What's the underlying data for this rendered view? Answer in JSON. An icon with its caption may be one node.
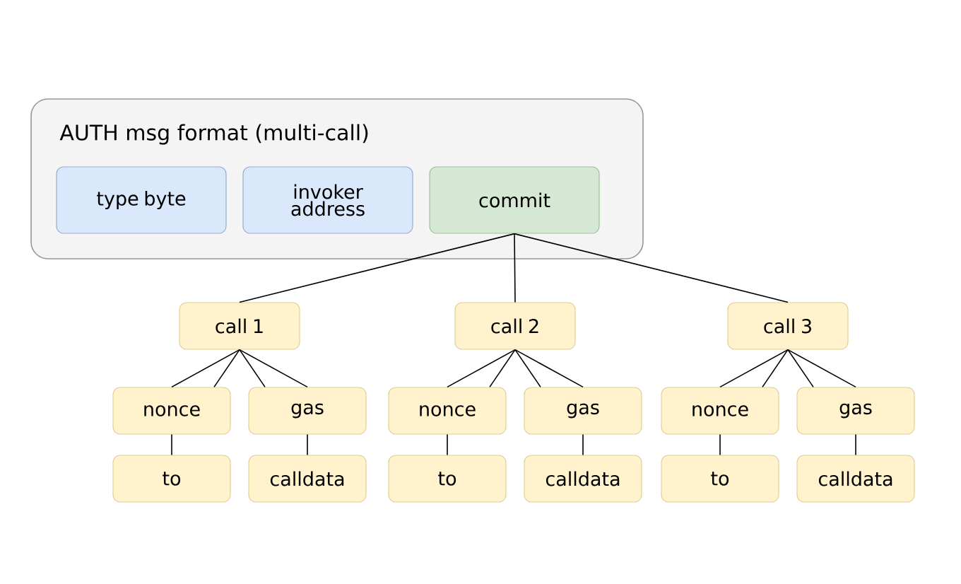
{
  "diagram": {
    "nodes": [
      {
        "text": [
          "AUTH msg format (multi-call)"
        ]
      },
      {
        "text": [
          "type byte"
        ],
        "in": 0
      },
      {
        "text": [
          "invoker address"
        ],
        "in": 0
      },
      {
        "text": [
          "commit"
        ],
        "in": 0
      },
      {
        "text": [
          "call 1"
        ]
      },
      {
        "text": [
          "nonce"
        ]
      },
      {
        "text": [
          "gas"
        ]
      },
      {
        "text": [
          "to"
        ]
      },
      {
        "text": [
          "calldata"
        ]
      },
      {
        "text": [
          "call 2"
        ]
      },
      {
        "text": [
          "nonce"
        ]
      },
      {
        "text": [
          "gas"
        ]
      },
      {
        "text": [
          "to"
        ]
      },
      {
        "text": [
          "calldata"
        ]
      },
      {
        "text": [
          "call 3"
        ]
      },
      {
        "text": [
          "nonce"
        ]
      },
      {
        "text": [
          "gas"
        ]
      },
      {
        "text": [
          "to"
        ]
      },
      {
        "text": [
          "calldata"
        ]
      }
    ],
    "edges": [
      {
        "from": 3,
        "to": 4,
        "arrow": "none"
      },
      {
        "from": 3,
        "to": 9,
        "arrow": "none"
      },
      {
        "from": 3,
        "to": 14,
        "arrow": "none"
      },
      {
        "from": 4,
        "to": 5,
        "arrow": "none"
      },
      {
        "from": 4,
        "to": 5,
        "arrow": "none"
      },
      {
        "from": 4,
        "to": 6,
        "arrow": "none"
      },
      {
        "from": 4,
        "to": 6,
        "arrow": "none"
      },
      {
        "from": 5,
        "to": 7,
        "arrow": "none"
      },
      {
        "from": 6,
        "to": 8,
        "arrow": "none"
      },
      {
        "from": 9,
        "to": 10,
        "arrow": "none"
      },
      {
        "from": 9,
        "to": 10,
        "arrow": "none"
      },
      {
        "from": 9,
        "to": 11,
        "arrow": "none"
      },
      {
        "from": 9,
        "to": 11,
        "arrow": "none"
      },
      {
        "from": 10,
        "to": 12,
        "arrow": "none"
      },
      {
        "from": 11,
        "to": 13,
        "arrow": "none"
      },
      {
        "from": 14,
        "to": 15,
        "arrow": "none"
      },
      {
        "from": 14,
        "to": 15,
        "arrow": "none"
      },
      {
        "from": 14,
        "to": 16,
        "arrow": "none"
      },
      {
        "from": 14,
        "to": 16,
        "arrow": "none"
      },
      {
        "from": 15,
        "to": 17,
        "arrow": "none"
      },
      {
        "from": 16,
        "to": 18,
        "arrow": "none"
      }
    ]
  }
}
